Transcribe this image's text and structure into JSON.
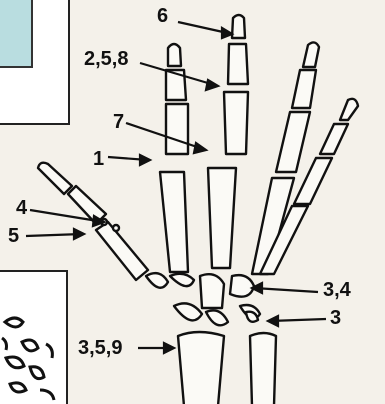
{
  "labels": {
    "l6": "6",
    "l258": "2,5,8",
    "l7": "7",
    "l1": "1",
    "l4": "4",
    "l5": "5",
    "l34": "3,4",
    "l3": "3",
    "l359": "3,5,9"
  }
}
